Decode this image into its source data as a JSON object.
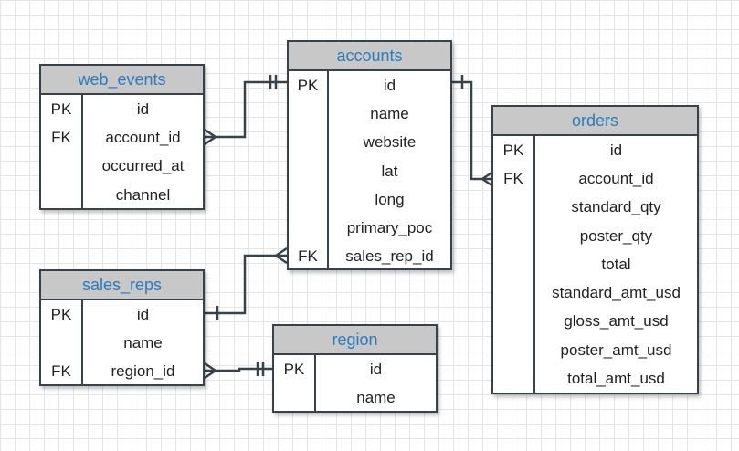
{
  "entities": {
    "web_events": {
      "title": "web_events",
      "rows": [
        {
          "key": "PK",
          "field": "id"
        },
        {
          "key": "FK",
          "field": "account_id"
        },
        {
          "key": "",
          "field": "occurred_at"
        },
        {
          "key": "",
          "field": "channel"
        }
      ]
    },
    "accounts": {
      "title": "accounts",
      "rows": [
        {
          "key": "PK",
          "field": "id"
        },
        {
          "key": "",
          "field": "name"
        },
        {
          "key": "",
          "field": "website"
        },
        {
          "key": "",
          "field": "lat"
        },
        {
          "key": "",
          "field": "long"
        },
        {
          "key": "",
          "field": "primary_poc"
        },
        {
          "key": "FK",
          "field": "sales_rep_id"
        }
      ]
    },
    "orders": {
      "title": "orders",
      "rows": [
        {
          "key": "PK",
          "field": "id"
        },
        {
          "key": "FK",
          "field": "account_id"
        },
        {
          "key": "",
          "field": "standard_qty"
        },
        {
          "key": "",
          "field": "poster_qty"
        },
        {
          "key": "",
          "field": "total"
        },
        {
          "key": "",
          "field": "standard_amt_usd"
        },
        {
          "key": "",
          "field": "gloss_amt_usd"
        },
        {
          "key": "",
          "field": "poster_amt_usd"
        },
        {
          "key": "",
          "field": "total_amt_usd"
        }
      ]
    },
    "sales_reps": {
      "title": "sales_reps",
      "rows": [
        {
          "key": "PK",
          "field": "id"
        },
        {
          "key": "",
          "field": "name"
        },
        {
          "key": "FK",
          "field": "region_id"
        }
      ]
    },
    "region": {
      "title": "region",
      "rows": [
        {
          "key": "PK",
          "field": "id"
        },
        {
          "key": "",
          "field": "name"
        }
      ]
    }
  },
  "relationships": [
    {
      "from": "accounts.id",
      "to": "web_events.account_id",
      "one_end": "one",
      "many_end": "many"
    },
    {
      "from": "accounts.id",
      "to": "orders.account_id",
      "one_end": "one",
      "many_end": "many"
    },
    {
      "from": "sales_reps.id",
      "to": "accounts.sales_rep_id",
      "one_end": "one",
      "many_end": "many"
    },
    {
      "from": "region.id",
      "to": "sales_reps.region_id",
      "one_end": "one",
      "many_end": "many"
    }
  ],
  "colors": {
    "header_bg": "#c8c8c8",
    "header_text": "#2b7bbd",
    "border": "#37424d",
    "line": "#37424d"
  }
}
